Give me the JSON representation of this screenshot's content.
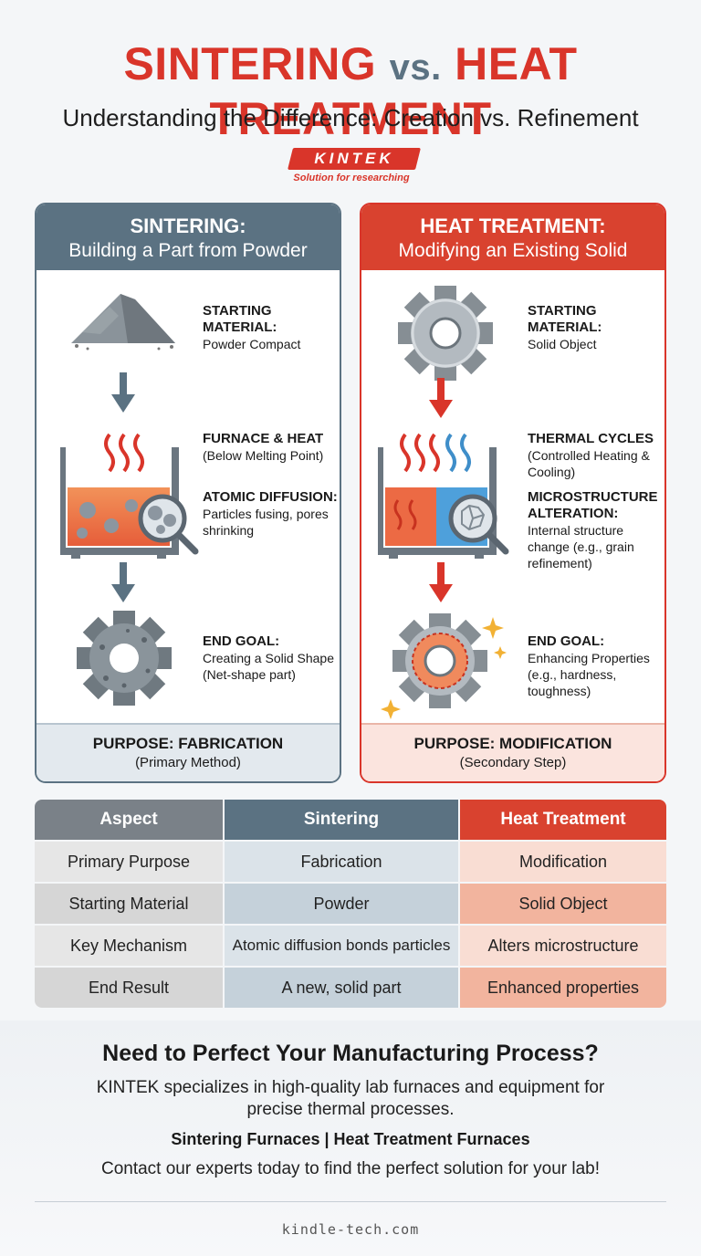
{
  "header": {
    "title_left": "SINTERING",
    "title_vs": "vs.",
    "title_right": "HEAT TREATMENT",
    "subtitle": "Understanding the Difference: Creation vs. Refinement"
  },
  "logo": {
    "name": "KINTEK",
    "tagline": "Solution for researching"
  },
  "colors": {
    "sintering": "#5b7282",
    "heat_treatment": "#d9352a",
    "sinter_light": "#e3e9ee",
    "heat_light": "#fbe4de"
  },
  "sintering": {
    "title": "SINTERING:",
    "subtitle": "Building a Part from Powder",
    "steps": [
      {
        "heading": "STARTING MATERIAL:",
        "text": "Powder Compact",
        "icon": "powder-pile-icon"
      },
      {
        "heading": "FURNACE & HEAT",
        "text": "(Below Melting Point)",
        "icon": "furnace-icon"
      },
      {
        "heading": "ATOMIC DIFFUSION:",
        "text": "Particles fusing, pores shrinking",
        "icon": "magnifier-icon"
      },
      {
        "heading": "END GOAL:",
        "text": "Creating a Solid Shape (Net-shape part)",
        "icon": "porous-gear-icon"
      }
    ],
    "purpose": "PURPOSE: FABRICATION",
    "purpose_sub": "(Primary Method)"
  },
  "heat_treatment": {
    "title": "HEAT TREATMENT:",
    "subtitle": "Modifying an Existing Solid",
    "steps": [
      {
        "heading": "STARTING MATERIAL:",
        "text": "Solid Object",
        "icon": "gear-icon"
      },
      {
        "heading": "THERMAL CYCLES",
        "text": "(Controlled Heating & Cooling)",
        "icon": "furnace-icon"
      },
      {
        "heading": "MICROSTRUCTURE ALTERATION:",
        "text": "Internal structure change (e.g., grain refinement)",
        "icon": "magnifier-icon"
      },
      {
        "heading": "END GOAL:",
        "text": "Enhancing Properties (e.g., hardness, toughness)",
        "icon": "sparkle-gear-icon"
      }
    ],
    "purpose": "PURPOSE: MODIFICATION",
    "purpose_sub": "(Secondary Step)"
  },
  "table": {
    "headers": [
      "Aspect",
      "Sintering",
      "Heat Treatment"
    ],
    "rows": [
      [
        "Primary Purpose",
        "Fabrication",
        "Modification"
      ],
      [
        "Starting Material",
        "Powder",
        "Solid Object"
      ],
      [
        "Key Mechanism",
        "Atomic diffusion bonds particles",
        "Alters microstructure"
      ],
      [
        "End Result",
        "A new, solid part",
        "Enhanced properties"
      ]
    ]
  },
  "cta": {
    "title": "Need to Perfect Your Manufacturing Process?",
    "body": "KINTEK specializes in high-quality lab furnaces and equipment for precise thermal processes.",
    "links": "Sintering Furnaces | Heat Treatment Furnaces",
    "contact": "Contact our experts today to find the perfect solution for your lab!"
  },
  "footer": {
    "url": "kindle-tech.com"
  }
}
